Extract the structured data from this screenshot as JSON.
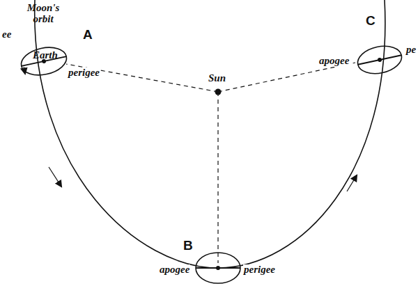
{
  "diagram": {
    "labels": [
      "Moon's orbit",
      "Earth",
      "A",
      "ee",
      "perigee",
      "Sun",
      "C",
      "apogee",
      "pe",
      "B",
      "apogee",
      "perigee"
    ]
  }
}
